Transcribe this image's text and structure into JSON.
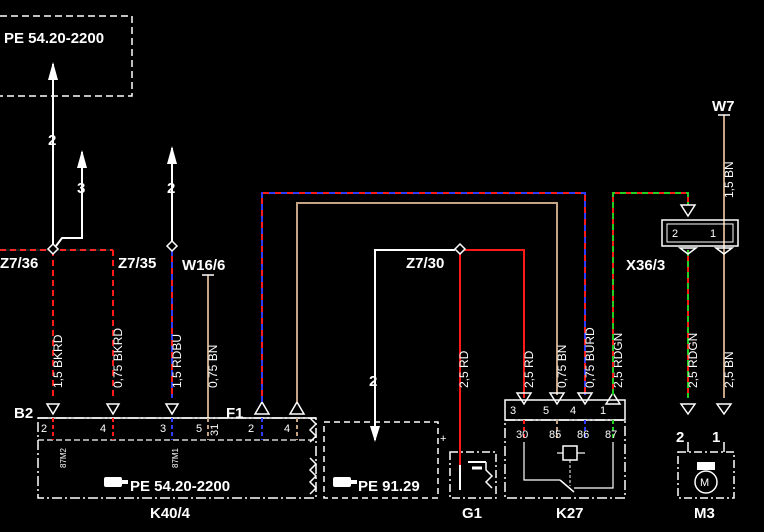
{
  "references": {
    "top_left": "PE  54.20-2200",
    "k40": "PE  54.20-2200",
    "pe_9129": "PE  91.29"
  },
  "arrows": {
    "a2_top": "2",
    "a3": "3",
    "a2_mid": "2",
    "a2_down": "2"
  },
  "connectors": {
    "z7_36": "Z7/36",
    "z7_35": "Z7/35",
    "w16_6": "W16/6",
    "z7_30": "Z7/30",
    "w7": "W7",
    "x36_3": "X36/3",
    "b2": "B2",
    "f1": "F1"
  },
  "wires": {
    "w1": "1,5  BKRD",
    "w2": "0,75  BKRD",
    "w3": "1,5  RDBU",
    "w4": "0,75  BN",
    "w5": "2,5  RD",
    "w6": "2,5  RD",
    "w7": "0,75  BN",
    "w8": "0,75  BURD",
    "w9": "2,5  RDGN",
    "w10": "1,5  BN",
    "w11": "2,5  RDGN",
    "w12": "2,5  BN"
  },
  "pins": {
    "k40_2": "2",
    "k40_4": "4",
    "k40_3": "3",
    "k40_5": "5",
    "k40_31": "31",
    "k40_2b": "2",
    "k40_4b": "4",
    "k40_tiny1": "87M2",
    "k40_tiny2": "87M1",
    "k27_3": "3",
    "k27_5": "5",
    "k27_4": "4",
    "k27_1": "1",
    "k27_30": "30",
    "k27_85": "85",
    "k27_86": "86",
    "k27_87": "87",
    "x36_2": "2",
    "x36_1": "1",
    "m3_2": "2",
    "m3_1": "1",
    "g1_plus": "+"
  },
  "components": {
    "k40": "K40/4",
    "g1": "G1",
    "k27": "K27",
    "m3": "M3",
    "motor": "M"
  },
  "colors": {
    "red": "#ff1a1a",
    "blue": "#2e3bff",
    "brown": "#c4a484",
    "green": "#22d022",
    "white": "#ffffff"
  }
}
